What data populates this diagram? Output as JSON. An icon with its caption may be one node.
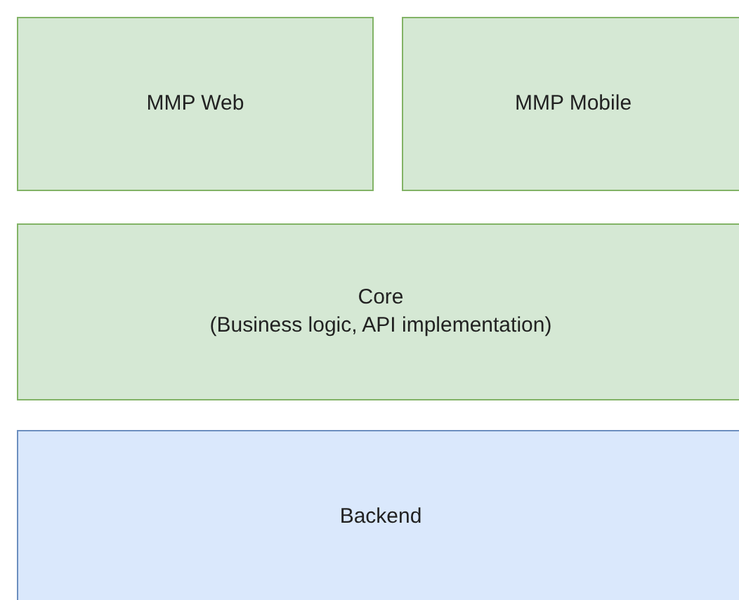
{
  "diagram": {
    "nodes": [
      {
        "text": [
          "MMP Web"
        ]
      },
      {
        "text": [
          "MMP Mobile"
        ]
      },
      {
        "text": [
          "Core",
          "(Business logic, API implementation)"
        ]
      },
      {
        "text": [
          "Backend"
        ]
      }
    ]
  }
}
